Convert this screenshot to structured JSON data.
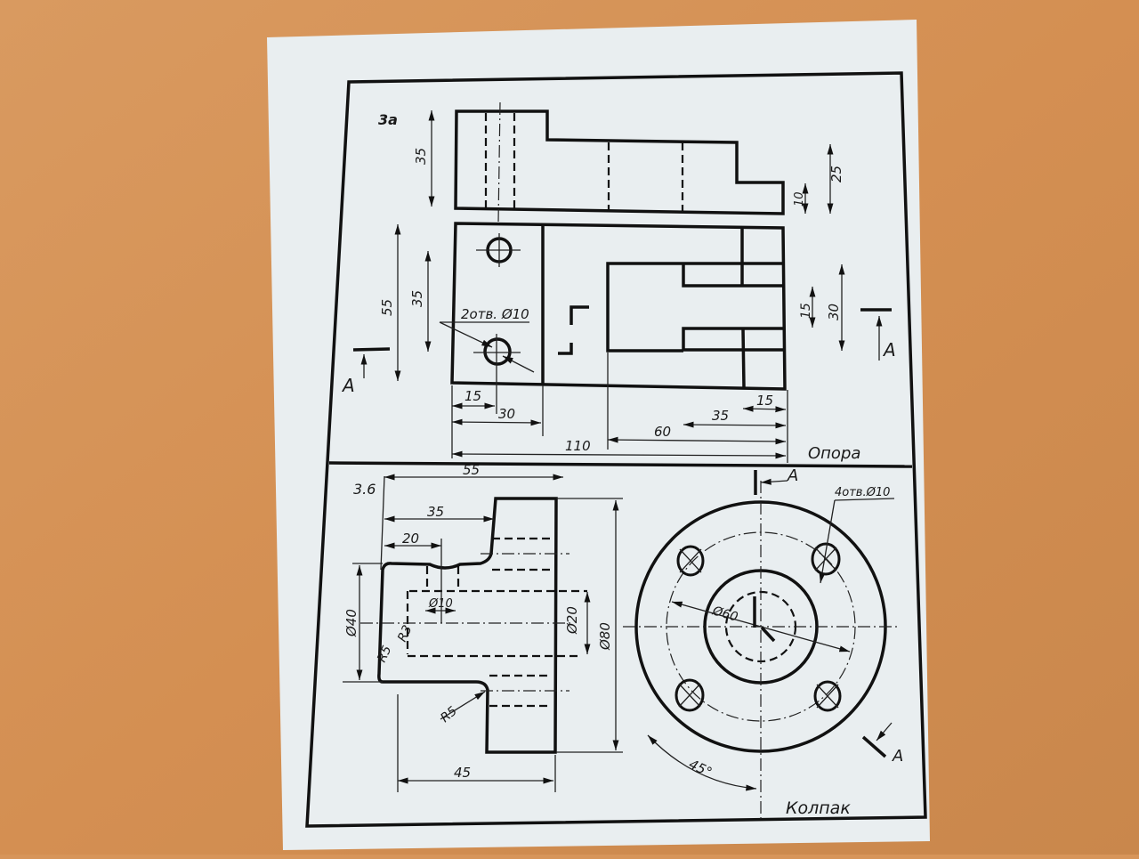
{
  "colors": {
    "desk": "#d7955a",
    "paper": "#e9eef0",
    "ink": "#111111"
  },
  "drawing_a": {
    "label": "3а",
    "title": "Опора",
    "holes_note": "2отв. Ø10",
    "section_mark": "А",
    "dims": {
      "d35_top": "35",
      "d25": "25",
      "d10": "10",
      "d55": "55",
      "d35_side": "35",
      "d15_right": "15",
      "d30_right": "30",
      "d15_bottom": "15",
      "d30_bottom": "30",
      "d15_br": "15",
      "d35_br": "35",
      "d60": "60",
      "d110": "110"
    }
  },
  "drawing_b": {
    "label": "3.6",
    "title": "Колпак",
    "holes_note": "4отв.Ø10",
    "section_mark": "А",
    "dims": {
      "d55": "55",
      "d35": "35",
      "d20": "20",
      "d40": "Ø40",
      "d10": "Ø10",
      "r5a": "R5",
      "r3": "R3",
      "r5b": "R5",
      "d20b": "Ø20",
      "d80": "Ø80",
      "d45": "45",
      "d60": "Ø60",
      "angle": "45°"
    }
  }
}
